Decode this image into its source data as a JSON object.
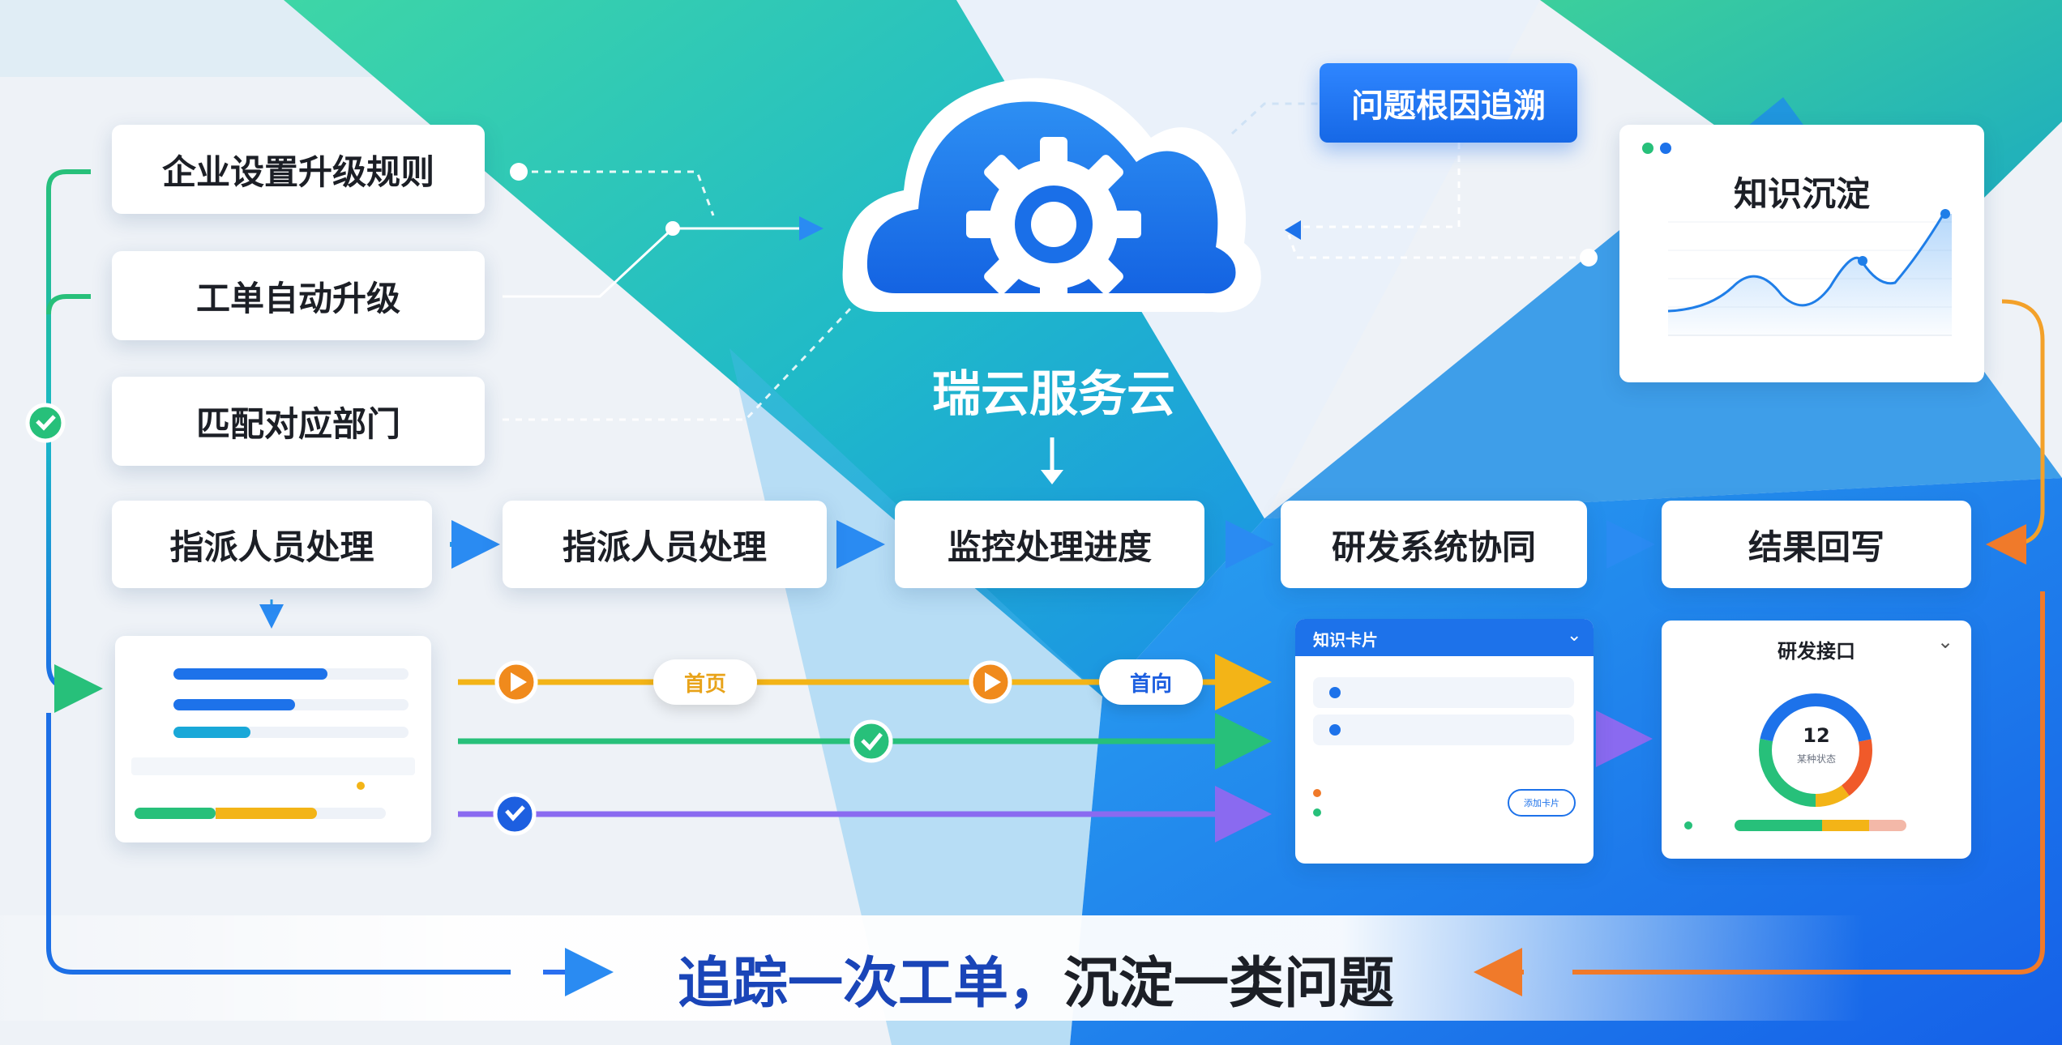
{
  "cloud": {
    "title": "瑞云服务云",
    "icon": "gear-icon"
  },
  "root_cause_button": "问题根因追溯",
  "left_boxes": [
    "企业设置升级规则",
    "工单自动升级",
    "匹配对应部门"
  ],
  "flow_steps": [
    "指派人员处理",
    "指派人员处理",
    "监控处理进度",
    "研发系统协同",
    "结果回写"
  ],
  "knowledge_card": {
    "title": "知识沉淀",
    "icon": "line-chart-icon"
  },
  "pills": [
    "首页",
    "首向"
  ],
  "kcard_panel": {
    "title": "知识卡片",
    "btn": "添加卡片"
  },
  "rd_panel": {
    "title": "研发接口",
    "donut_value": "12",
    "donut_sub": "某种状态"
  },
  "bottom_banner": {
    "part1": "追踪一次工单，",
    "part2": "沉淀一类问题"
  },
  "colors": {
    "primary": "#1668e6",
    "green": "#27c07a",
    "orange": "#f5a623",
    "purple": "#7a5cf0",
    "teal": "#3fd2a8"
  }
}
